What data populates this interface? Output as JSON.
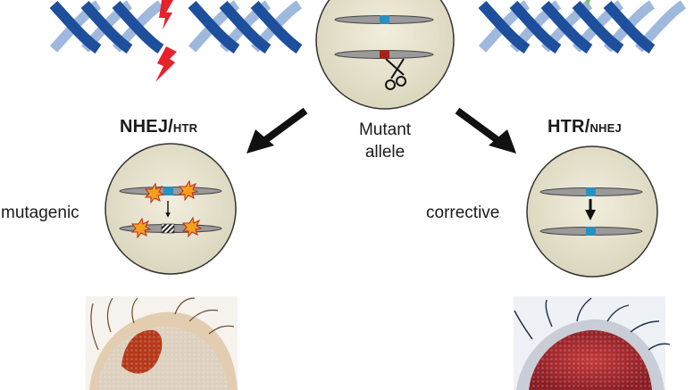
{
  "center_label": {
    "line1": "Mutant",
    "line2": "allele"
  },
  "left_pathway": {
    "main": "NHEJ/",
    "minor": "HTR",
    "outcome": "mutagenic"
  },
  "right_pathway": {
    "main": "HTR/",
    "minor": "NHEJ",
    "outcome": "corrective"
  },
  "colors": {
    "dna_dark": "#1e4f9c",
    "dna_light": "#9fb8dd",
    "nucleus_fill": "#e6e2cf",
    "chromosome": "#9a9a9a",
    "wildtype_marker": "#2a8fc1",
    "mutant_marker": "#a3221b",
    "break_lightning": "#e8212b",
    "arrow": "#111111",
    "eye_mosaic": "#b5381a",
    "eye_full": "#b02a2e"
  },
  "icons": [
    "scissors-icon",
    "explosion-icon",
    "lightning-icon"
  ]
}
